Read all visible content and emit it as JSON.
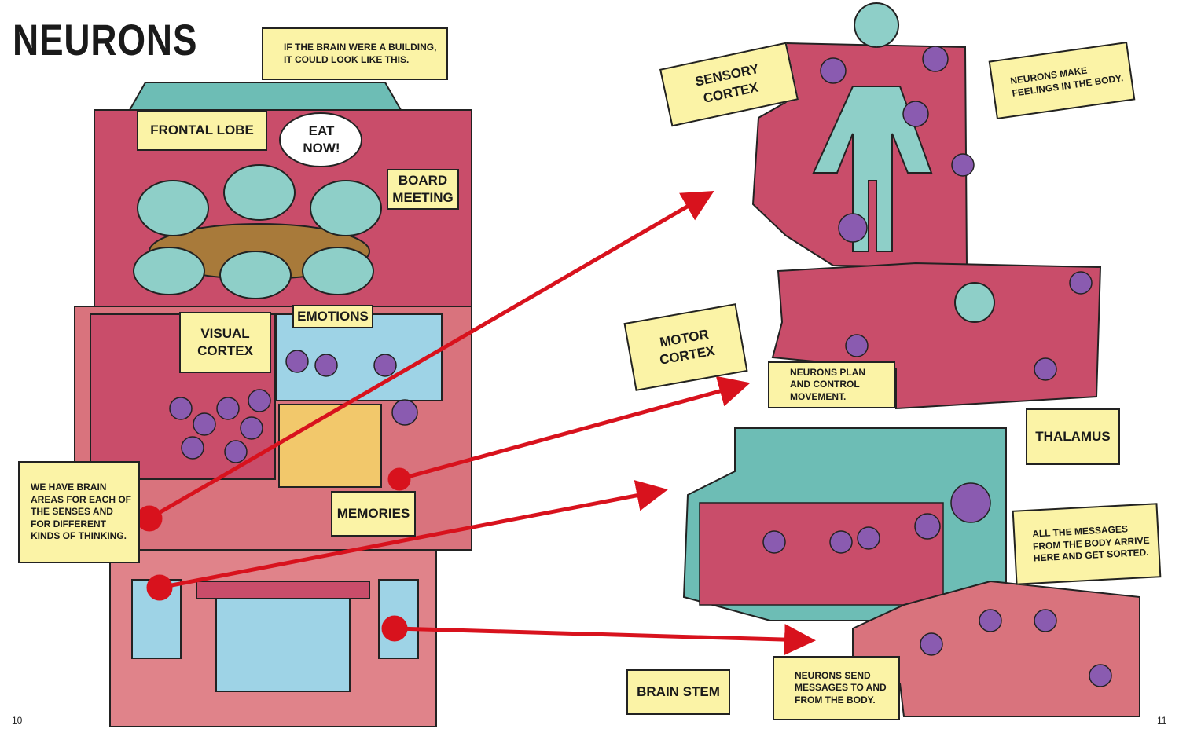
{
  "title": "NEURONS",
  "labels": {
    "intro": "IF THE BRAIN WERE A BUILDING, IT COULD LOOK LIKE THIS.",
    "frontal_lobe": "FRONTAL LOBE",
    "thought": "EAT NOW!",
    "board_meeting": "BOARD MEETING",
    "visual_cortex": "VISUAL CORTEX",
    "emotions": "EMOTIONS",
    "brain_areas": "WE HAVE BRAIN AREAS FOR EACH OF THE SENSES AND FOR DIFFERENT KINDS OF THINKING.",
    "memories": "MEMORIES",
    "sensory_cortex": "SENSORY CORTEX",
    "sensory_note": "NEURONS MAKE FEELINGS IN THE BODY.",
    "motor_cortex": "MOTOR CORTEX",
    "motor_note": "NEURONS PLAN AND CONTROL MOVEMENT.",
    "thalamus": "THALAMUS",
    "thalamus_note": "ALL THE MESSAGES FROM THE BODY ARRIVE HERE AND GET SORTED.",
    "brain_stem": "BRAIN STEM",
    "brain_stem_note": "NEURONS SEND MESSAGES TO AND FROM THE BODY."
  },
  "pages": {
    "left": "10",
    "right": "11"
  },
  "colors": {
    "label_bg": "#fbf3a6",
    "building": "#d9737d",
    "wall": "#c94d6a",
    "roof": "#6dbdb5",
    "arrow": "#d8121d",
    "neuron": "#8a5bb0"
  }
}
